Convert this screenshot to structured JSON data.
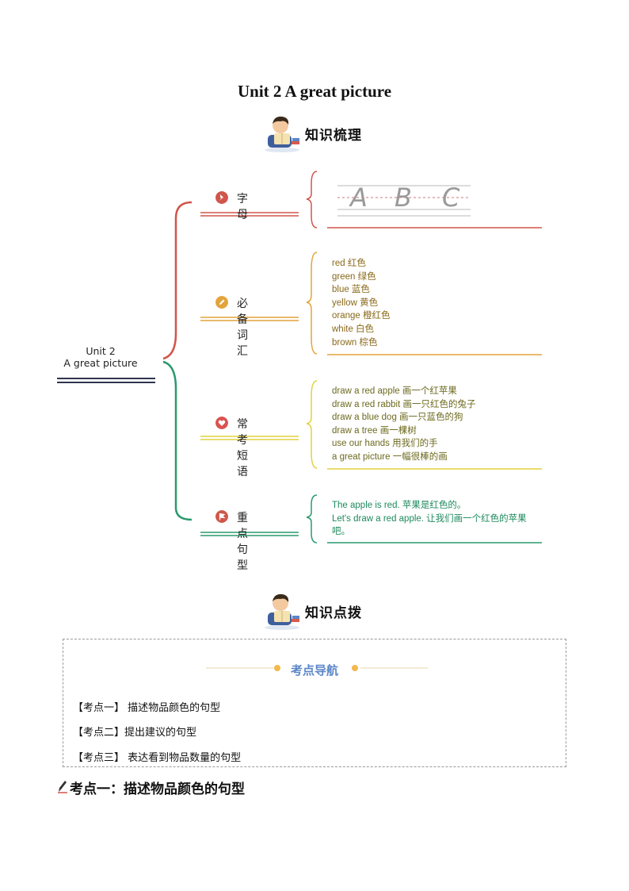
{
  "doc": {
    "title": "Unit 2 A great picture"
  },
  "section1": {
    "heading": "知识梳理"
  },
  "mindmap": {
    "root_line1": "Unit 2",
    "root_line2": "A great picture",
    "letters": {
      "label": "字母",
      "color": "#d0564b",
      "glyphs": [
        "A",
        "B",
        "C"
      ]
    },
    "vocab": {
      "label": "必备词汇",
      "color": "#e3a43c",
      "items": [
        "red 红色",
        "green 绿色",
        "blue 蓝色",
        "yellow 黄色",
        "orange 橙红色",
        "white 白色",
        "brown 棕色"
      ]
    },
    "phrases": {
      "label": "常考短语",
      "color": "#e0d23c",
      "items": [
        "draw a red apple 画一个红苹果",
        "draw a red rabbit 画一只红色的兔子",
        "draw a blue dog 画一只蓝色的狗",
        "draw a tree 画一棵树",
        "use our hands 用我们的手",
        "a great picture 一幅很棒的画"
      ]
    },
    "sentences": {
      "label": "重点句型",
      "color": "#2a9a6e",
      "items": [
        "The apple is red. 苹果是红色的。",
        "Let's draw a red apple. 让我们画一个红色的苹果",
        "吧。"
      ]
    }
  },
  "section2": {
    "heading": "知识点拨"
  },
  "nav": {
    "title": "考点导航",
    "items": [
      "【考点一】 描述物品颜色的句型",
      "【考点二】提出建议的句型",
      "【考点三】 表达看到物品数量的句型"
    ]
  },
  "point1": {
    "heading": "考点一：描述物品颜色的句型"
  }
}
